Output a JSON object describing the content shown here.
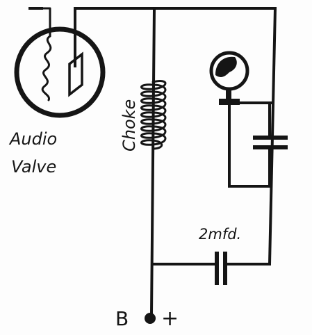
{
  "labels": {
    "audio": "Audio",
    "valve": "Valve",
    "choke": "Choke",
    "capacitor": "2mfd.",
    "terminal_b": "B",
    "terminal_plus": "+"
  },
  "colors": {
    "ink": "#151515",
    "paper": "#fdfdfd"
  },
  "icons": {
    "valve": "triode-valve-icon",
    "choke": "inductor-coil-icon",
    "phones": "headphone-earpiece-icon",
    "capacitor": "capacitor-icon",
    "terminal": "terminal-dot-icon"
  }
}
